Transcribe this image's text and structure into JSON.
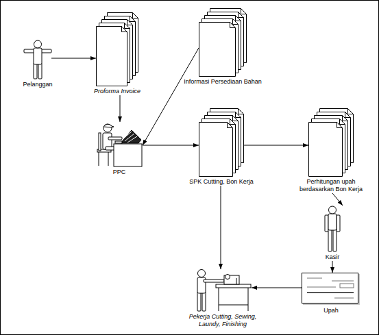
{
  "diagram": {
    "nodes": [
      {
        "text": [
          "Pelanggan"
        ]
      },
      {
        "text": [
          "Proforma Invoice"
        ]
      },
      {
        "text": [
          "Informasi Persediaan Bahan"
        ]
      },
      {
        "text": [
          "PPC"
        ]
      },
      {
        "text": [
          "SPK Cutting, Bon Kerja"
        ]
      },
      {
        "text": [
          "Perhitungan upah berdasarkan Bon Kerja"
        ]
      },
      {
        "text": [
          "Kasir"
        ]
      },
      {
        "text": [
          "Pekerja Cutting, Sewing, Laundy, Finishing"
        ]
      },
      {
        "text": [
          "Upah"
        ]
      }
    ],
    "edges": [
      {
        "from": 0,
        "to": 1,
        "arrow": "to"
      },
      {
        "from": 1,
        "to": 3,
        "arrow": "to"
      },
      {
        "from": 2,
        "to": 3,
        "arrow": "to"
      },
      {
        "from": 3,
        "to": 4,
        "arrow": "to"
      },
      {
        "from": 4,
        "to": 5,
        "arrow": "to"
      },
      {
        "from": 4,
        "to": 7,
        "arrow": "to"
      },
      {
        "from": 5,
        "to": 6,
        "arrow": "to"
      },
      {
        "from": 6,
        "to": 8,
        "arrow": "to"
      },
      {
        "from": 8,
        "to": 7,
        "arrow": "to"
      }
    ]
  }
}
